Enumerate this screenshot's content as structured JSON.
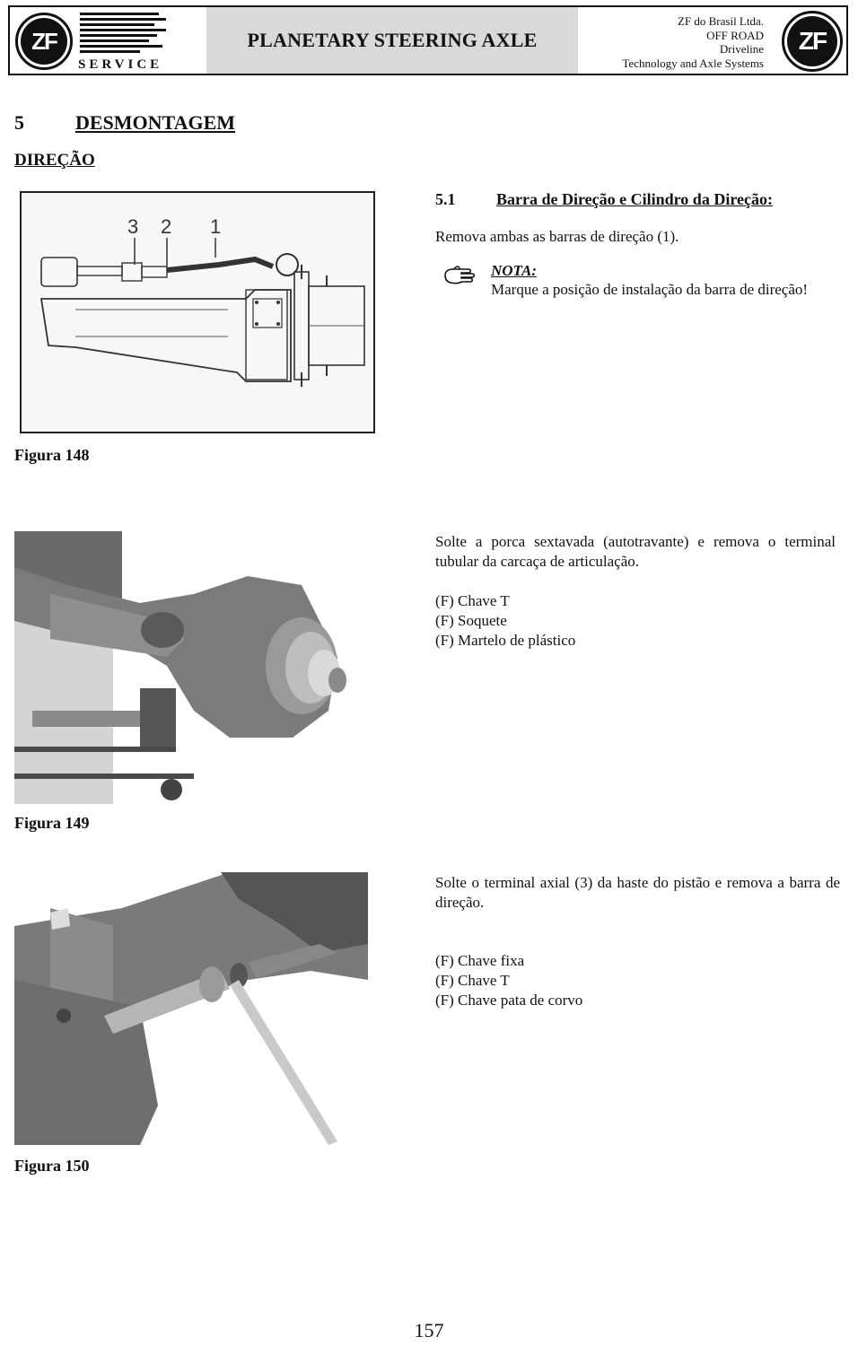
{
  "header": {
    "brand_badge": "ZF",
    "service_label": "SERVICE",
    "title": "PLANETARY STEERING AXLE",
    "company_lines": [
      "ZF do Brasil Ltda.",
      "OFF ROAD",
      "Driveline",
      "Technology and Axle Systems"
    ]
  },
  "section": {
    "number": "5",
    "title": "DESMONTAGEM",
    "subtitle": "DIREÇÃO"
  },
  "subsection": {
    "number": "5.1",
    "title": "Barra de Direção e Cilindro da Direção:"
  },
  "steps": [
    {
      "text": "Remova ambas as barras de direção (1).",
      "note_label": "NOTA:",
      "note_text": "Marque a posição de instalação da barra de direção!",
      "figure_caption": "Figura 148",
      "callouts": [
        "3",
        "2",
        "1"
      ]
    },
    {
      "text": "Solte a porca sextavada (autotravante) e remova o terminal tubular da carcaça de articulação.",
      "tools": [
        "(F) Chave T",
        "(F) Soquete",
        "(F) Martelo de plástico"
      ],
      "figure_caption": "Figura 149"
    },
    {
      "text": "Solte o terminal axial (3) da haste do pistão e remova a barra de direção.",
      "tools": [
        "(F) Chave fixa",
        "(F) Chave T",
        "(F) Chave pata de corvo"
      ],
      "figure_caption": "Figura 150"
    }
  ],
  "page_number": "157"
}
